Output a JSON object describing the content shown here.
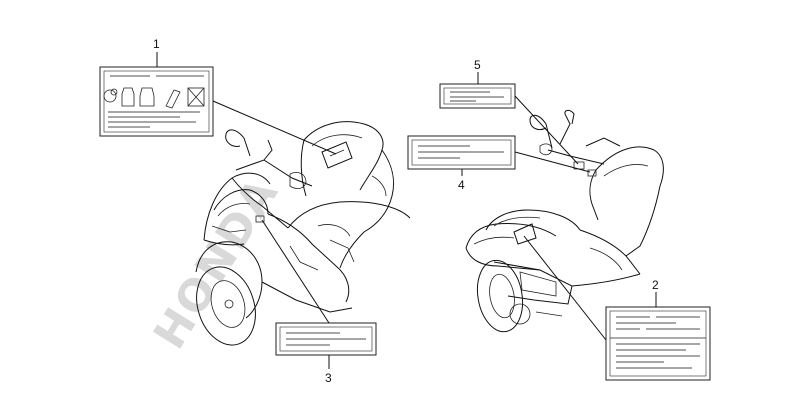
{
  "diagram": {
    "callouts": [
      {
        "id": "1",
        "label": "1"
      },
      {
        "id": "2",
        "label": "2"
      },
      {
        "id": "3",
        "label": "3"
      },
      {
        "id": "4",
        "label": "4"
      },
      {
        "id": "5",
        "label": "5"
      }
    ],
    "watermark": "HONDA",
    "colors": {
      "line": "#111111",
      "watermark": "#d9d9d9",
      "label_text_bars": "#8a8a8a"
    }
  }
}
